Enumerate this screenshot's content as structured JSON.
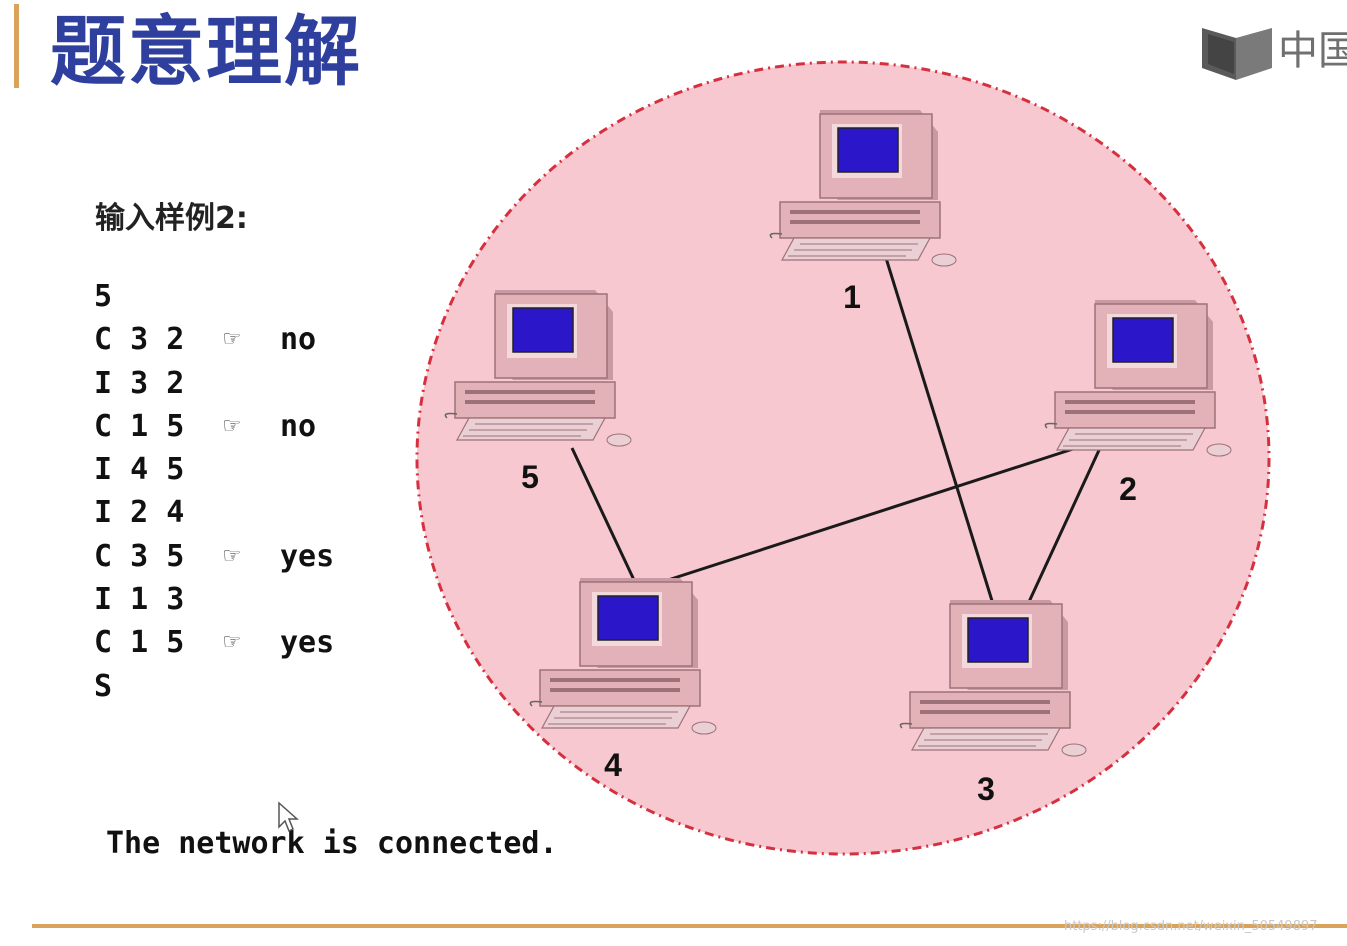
{
  "slide": {
    "title": "题意理解",
    "logo_text": "中国",
    "watermark": "https://blog.csdn.net/weixin_50549897"
  },
  "sample": {
    "label": "输入样例2:",
    "hand_icon": "pointing-hand-icon",
    "lines": [
      {
        "cmd": "5",
        "answer": ""
      },
      {
        "cmd": "C 3 2",
        "answer": "no"
      },
      {
        "cmd": "I 3 2",
        "answer": ""
      },
      {
        "cmd": "C 1 5",
        "answer": "no"
      },
      {
        "cmd": "I 4 5",
        "answer": ""
      },
      {
        "cmd": "I 2 4",
        "answer": ""
      },
      {
        "cmd": "C 3 5",
        "answer": "yes"
      },
      {
        "cmd": "I 1 3",
        "answer": ""
      },
      {
        "cmd": "C 1 5",
        "answer": "yes"
      },
      {
        "cmd": "S",
        "answer": ""
      }
    ],
    "result": "The network is connected."
  },
  "network": {
    "nodes": [
      {
        "id": "1",
        "label": "1"
      },
      {
        "id": "2",
        "label": "2"
      },
      {
        "id": "3",
        "label": "3"
      },
      {
        "id": "4",
        "label": "4"
      },
      {
        "id": "5",
        "label": "5"
      }
    ],
    "edges": [
      [
        "1",
        "3"
      ],
      [
        "2",
        "3"
      ],
      [
        "2",
        "4"
      ],
      [
        "4",
        "5"
      ]
    ],
    "colors": {
      "circle_fill": "#f7c8d0",
      "circle_border": "#d6303f",
      "computer_body": "#e3b2b8",
      "screen": "#2c16c9",
      "edge": "#1a1a1a"
    }
  }
}
